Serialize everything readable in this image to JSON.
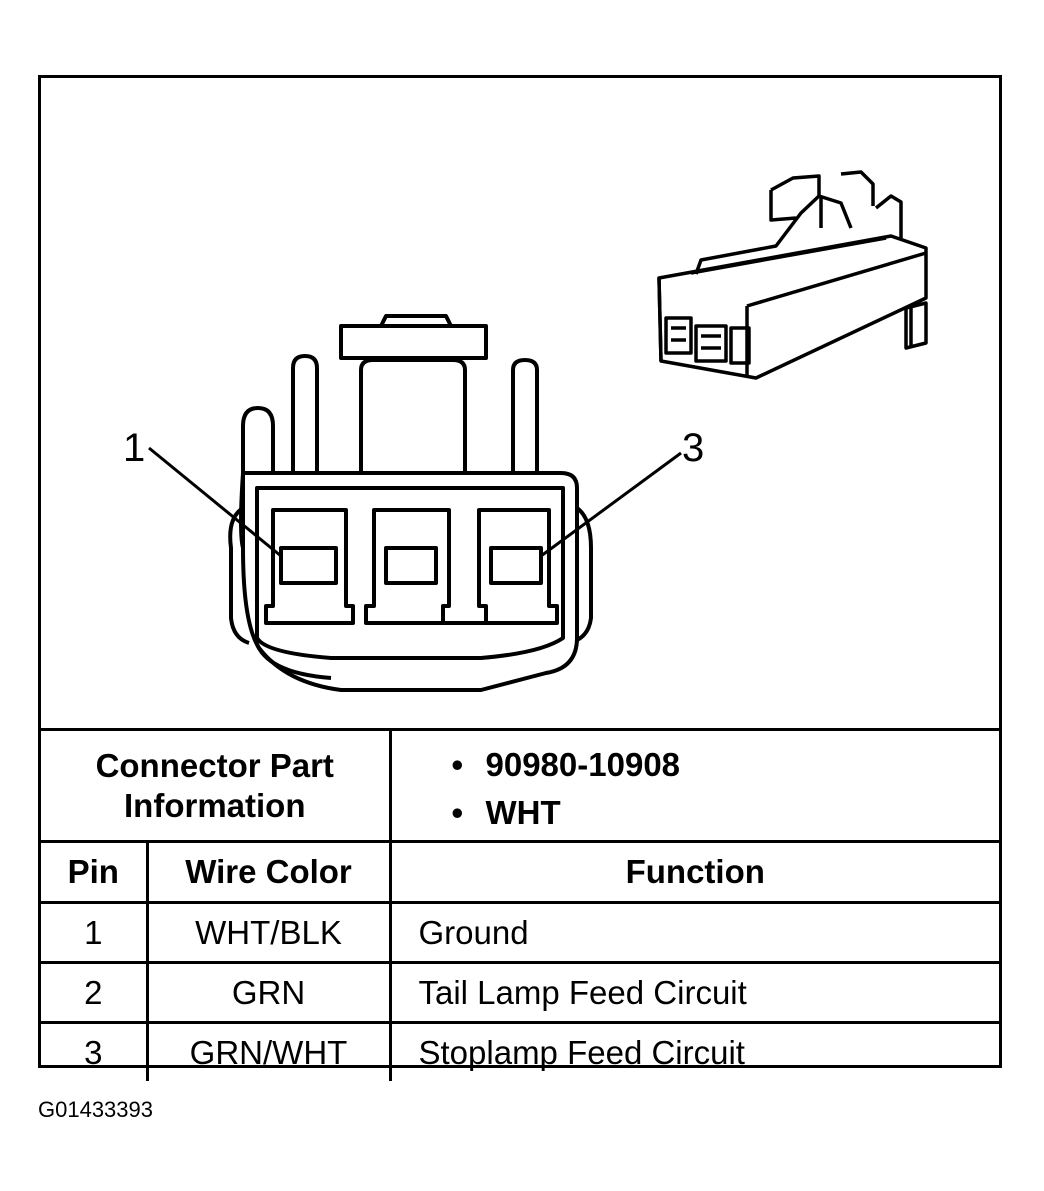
{
  "diagram": {
    "callouts": [
      {
        "label": "1"
      },
      {
        "label": "3"
      }
    ]
  },
  "connector_info": {
    "label_line1": "Connector Part",
    "label_line2": "Information",
    "part_number": "90980-10908",
    "color": "WHT",
    "bullet": "•"
  },
  "table": {
    "headers": {
      "pin": "Pin",
      "wire_color": "Wire Color",
      "function": "Function"
    },
    "rows": [
      {
        "pin": "1",
        "wire_color": "WHT/BLK",
        "function": "Ground"
      },
      {
        "pin": "2",
        "wire_color": "GRN",
        "function": "Tail Lamp Feed Circuit"
      },
      {
        "pin": "3",
        "wire_color": "GRN/WHT",
        "function": "Stoplamp Feed Circuit"
      }
    ]
  },
  "figure_id": "G01433393"
}
